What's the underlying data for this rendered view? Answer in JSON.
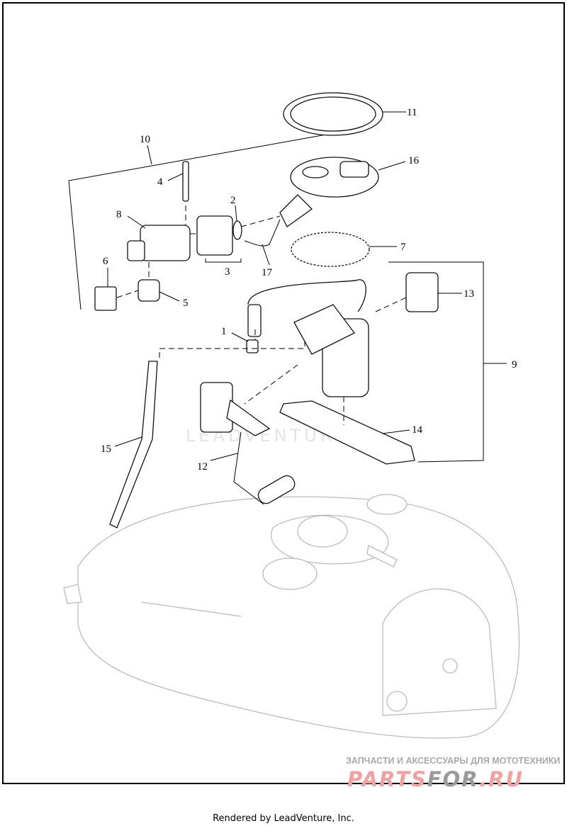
{
  "diagram": {
    "callouts": [
      "1",
      "2",
      "3",
      "4",
      "5",
      "6",
      "7",
      "8",
      "9",
      "10",
      "11",
      "12",
      "13",
      "14",
      "15",
      "16",
      "17"
    ]
  },
  "watermarks": {
    "leadventure": "LEADVENTURE",
    "shop_tagline": "ЗАПЧАСТИ И АКСЕССУАРЫ ДЛЯ МОТОТЕХНИКИ",
    "shop_name_a": "PARTS",
    "shop_name_b": "FOR",
    "shop_name_c": ".RU"
  },
  "footer": {
    "text": "Rendered by LeadVenture, Inc."
  }
}
